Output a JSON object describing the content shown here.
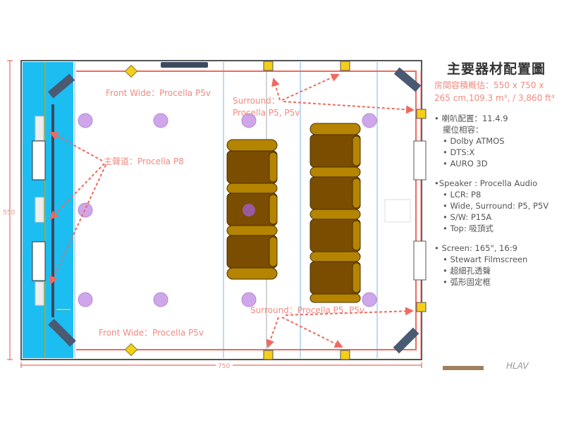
{
  "diagram": {
    "dim_height": "550",
    "dim_width": "750",
    "labels": {
      "front_wide_top": "Front Wide：Procella P5v",
      "front_wide_bottom": "Front Wide：Procella P5v",
      "main_channel": "主聲道：Procella P8",
      "surround_top_line1": "Surround：",
      "surround_top_line2": "Procella P5, P5v",
      "surround_bottom": "Surround：Procella P5, P5v"
    },
    "colors": {
      "stage": "#1cbdf0",
      "speaker_dark": "#4a5a72",
      "yellow": "#f4cf1a",
      "sofa_dark": "#7a4d00",
      "sofa_light": "#b58400",
      "ceiling": "#cfa6ea",
      "red": "#f0695e"
    }
  },
  "panel": {
    "title": "主要器材配置圖",
    "room_line1": "房間容積概估：550 x 750 x",
    "room_line2": "265 cm,109.3 m³, / 3,860 ft³",
    "speaker_config": "• 喇叭配置：11.4.9",
    "compat": "擺位相容：",
    "formats": [
      "• Dolby ATMOS",
      "• DTS:X",
      "• AURO 3D"
    ],
    "speaker_brand": "•Speaker : Procella Audio",
    "speakers": [
      "• LCR: P8",
      "• Wide, Surround: P5, P5V",
      "• S/W: P15A",
      "• Top: 吸頂式"
    ],
    "screen": "• Screen: 165\", 16:9",
    "screen_items": [
      "• Stewart Filmscreen",
      "• 超細孔透聲",
      "• 弧形固定框"
    ]
  },
  "logo": "HLAV"
}
